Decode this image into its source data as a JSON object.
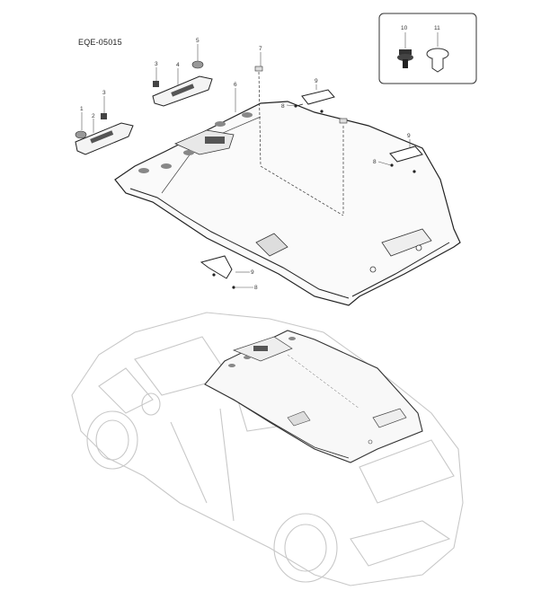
{
  "diagram": {
    "code": "EQE-05015",
    "callouts": [
      "1",
      "2",
      "3",
      "4",
      "5",
      "6",
      "7",
      "8",
      "9",
      "10",
      "11"
    ],
    "inset_callouts": [
      "10",
      "11"
    ],
    "colors": {
      "line": "#222222",
      "car_outline": "#c8c8c8",
      "fill_dark": "#555555"
    }
  }
}
